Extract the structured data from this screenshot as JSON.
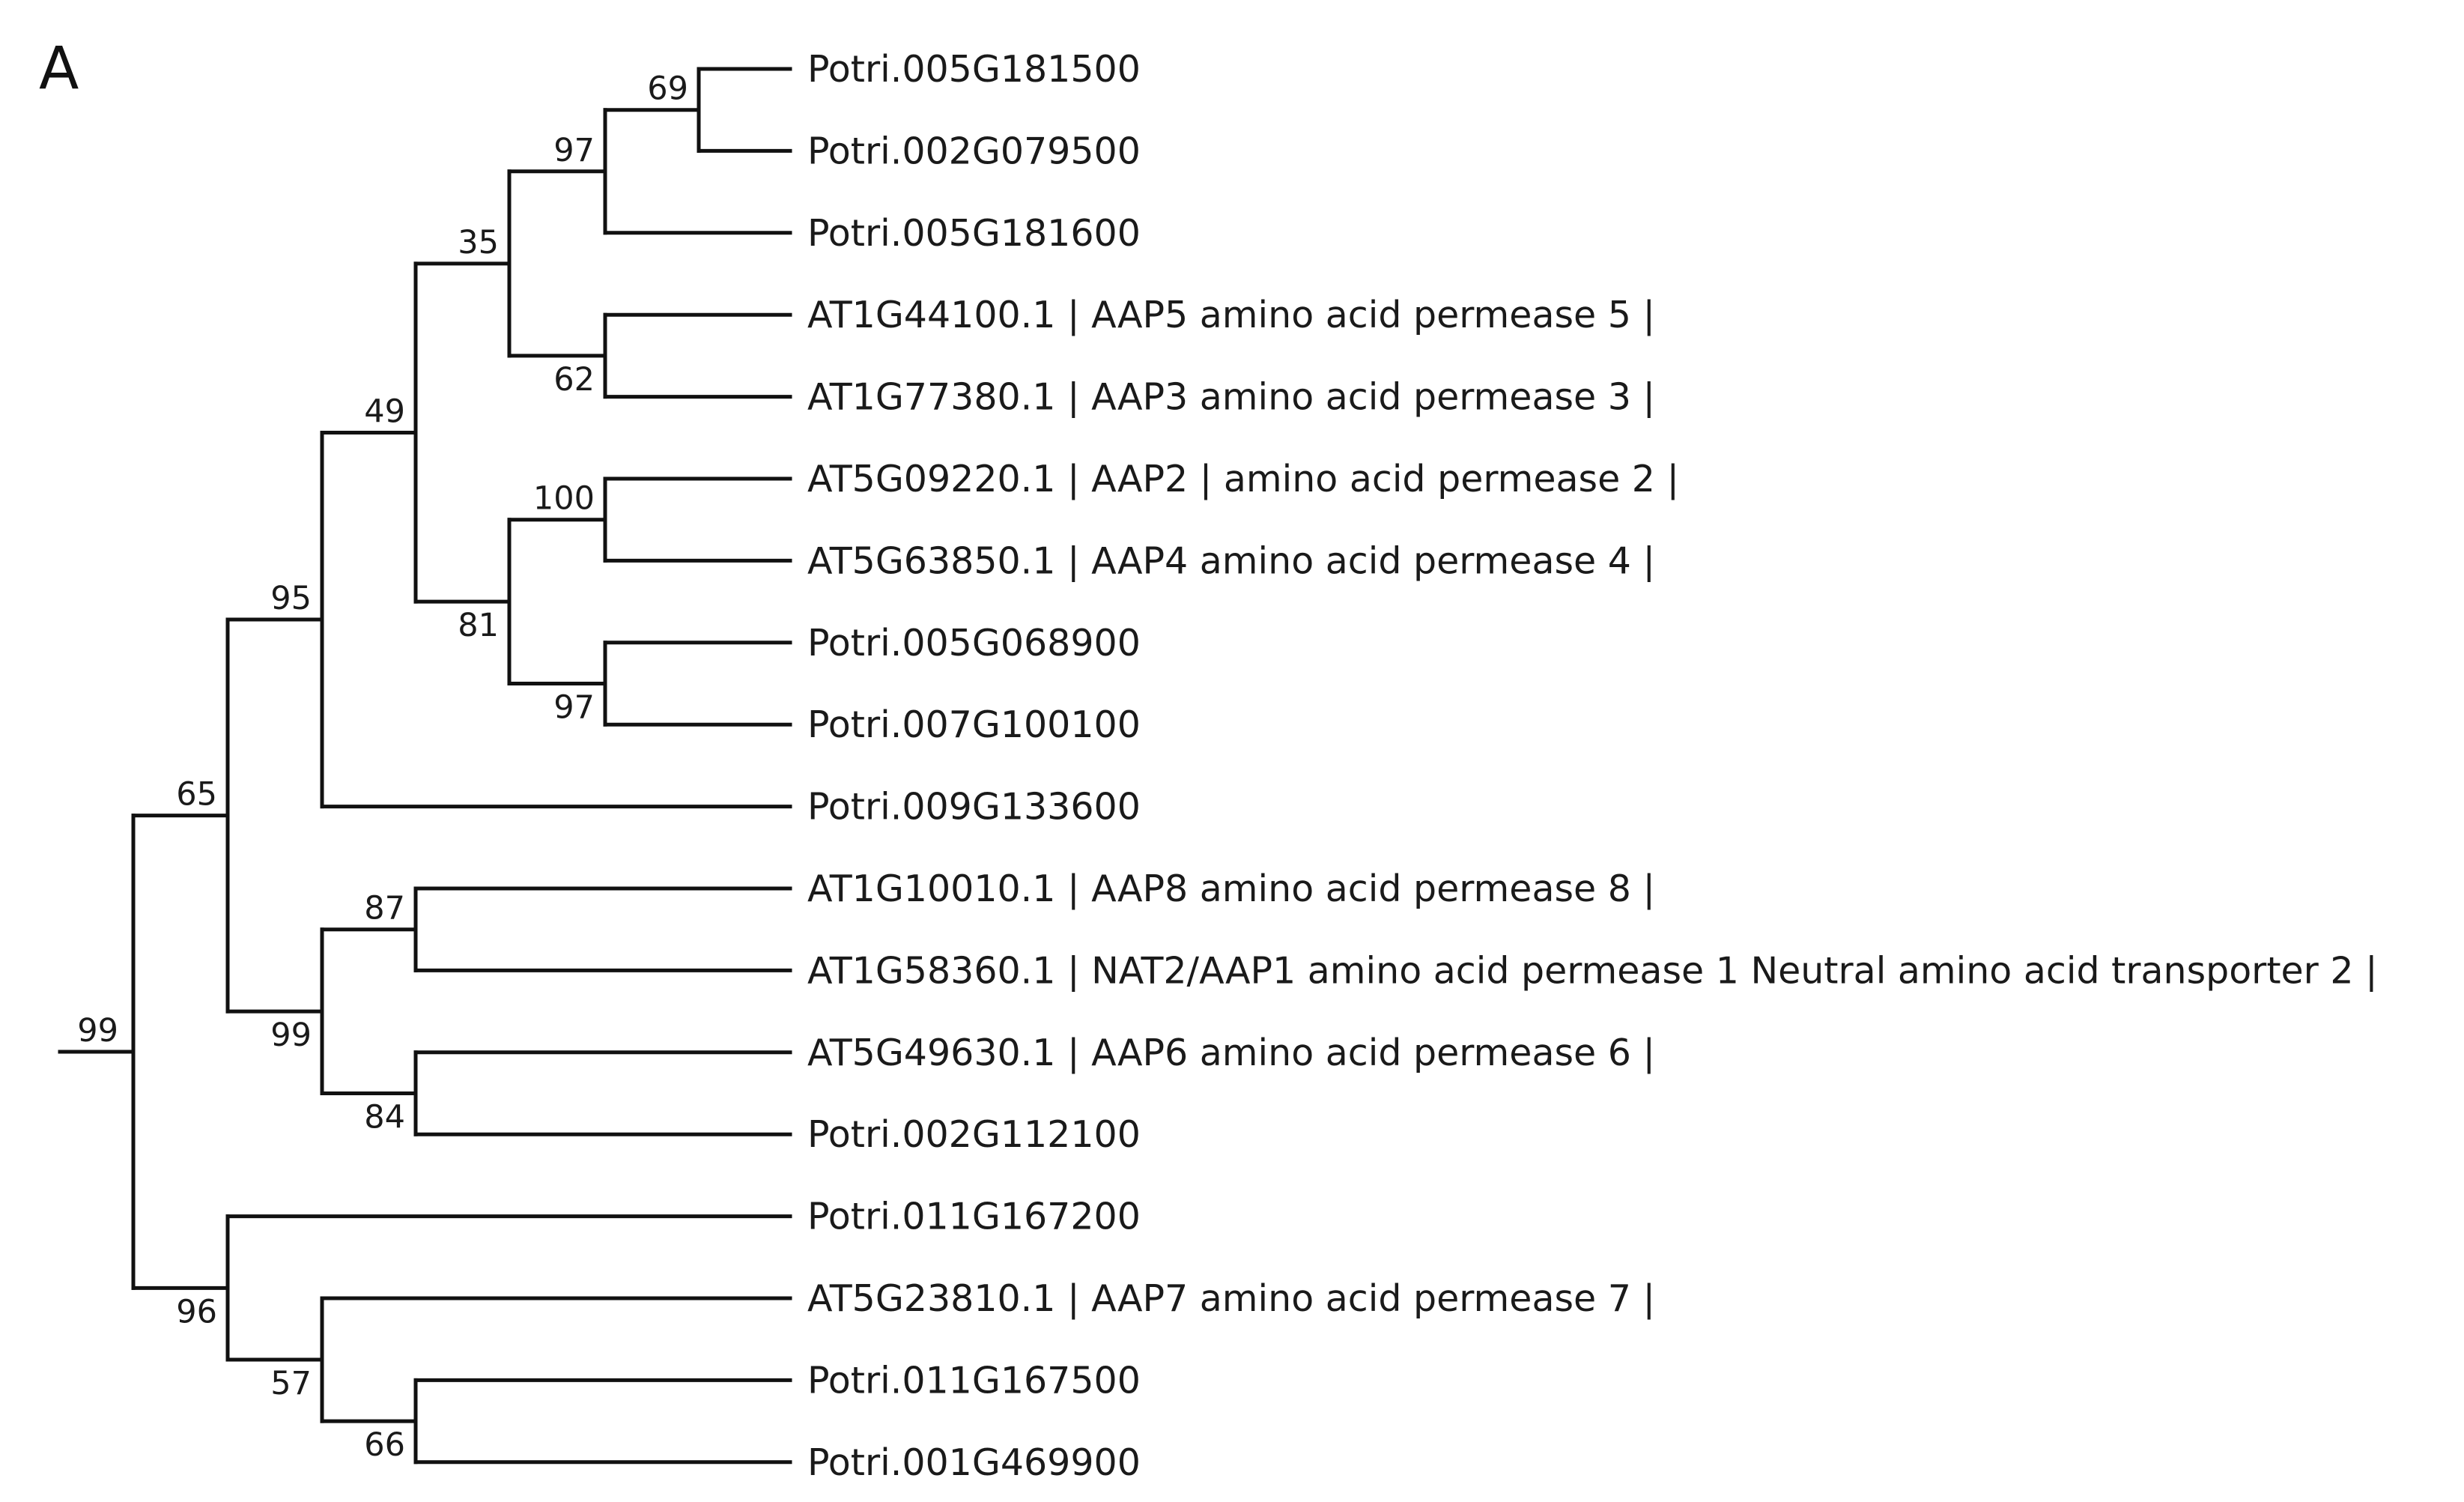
{
  "figure": {
    "panel_label": "A",
    "root_support": "99",
    "leaves": [
      "Potri.005G181500",
      "Potri.002G079500",
      "Potri.005G181600",
      "AT1G44100.1 | AAP5 amino acid permease 5 |",
      "AT1G77380.1 | AAP3 amino acid permease 3 |",
      "AT5G09220.1 | AAP2 | amino acid permease 2 |",
      "AT5G63850.1 | AAP4 amino acid permease 4 |",
      "Potri.005G068900",
      "Potri.007G100100",
      "Potri.009G133600",
      "AT1G10010.1 | AAP8 amino acid permease 8 |",
      "AT1G58360.1 | NAT2/AAP1 amino acid permease 1 Neutral amino acid transporter 2 |",
      "AT5G49630.1 | AAP6 amino acid permease 6 |",
      "Potri.002G112100",
      "Potri.011G167200",
      "AT5G23810.1 | AAP7 amino acid permease 7 |",
      "Potri.011G167500",
      "Potri.001G469900"
    ],
    "tree": {
      "label": "99",
      "children": [
        {
          "label": "65",
          "children": [
            {
              "label": "95",
              "children": [
                {
                  "label": "49",
                  "children": [
                    {
                      "label": "35",
                      "children": [
                        {
                          "label": "97",
                          "children": [
                            {
                              "label": "69",
                              "children": [
                                {
                                  "leaf": 0
                                },
                                {
                                  "leaf": 1
                                }
                              ]
                            },
                            {
                              "leaf": 2
                            }
                          ]
                        },
                        {
                          "label": "62",
                          "children": [
                            {
                              "leaf": 3
                            },
                            {
                              "leaf": 4
                            }
                          ]
                        }
                      ]
                    },
                    {
                      "label": "81",
                      "children": [
                        {
                          "label": "100",
                          "children": [
                            {
                              "leaf": 5
                            },
                            {
                              "leaf": 6
                            }
                          ]
                        },
                        {
                          "label": "97",
                          "children": [
                            {
                              "leaf": 7
                            },
                            {
                              "leaf": 8
                            }
                          ]
                        }
                      ]
                    }
                  ]
                },
                {
                  "leaf": 9
                }
              ]
            },
            {
              "label": "99",
              "children": [
                {
                  "label": "87",
                  "children": [
                    {
                      "leaf": 10
                    },
                    {
                      "leaf": 11
                    }
                  ]
                },
                {
                  "label": "84",
                  "children": [
                    {
                      "leaf": 12
                    },
                    {
                      "leaf": 13
                    }
                  ]
                }
              ]
            }
          ]
        },
        {
          "label": "96",
          "children": [
            {
              "leaf": 14
            },
            {
              "label": "57",
              "children": [
                {
                  "leaf": 15
                },
                {
                  "label": "66",
                  "children": [
                    {
                      "leaf": 16
                    },
                    {
                      "leaf": 17
                    }
                  ]
                }
              ]
            }
          ]
        }
      ]
    }
  }
}
